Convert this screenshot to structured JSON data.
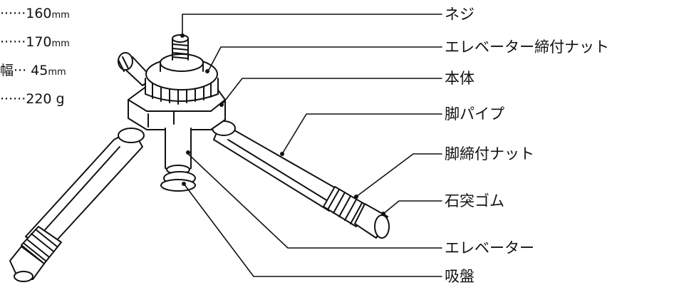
{
  "specs": [
    {
      "value": "······160",
      "unit": "mm"
    },
    {
      "value": "······170",
      "unit": "mm"
    },
    {
      "value": "幅··· 45",
      "unit": "mm"
    },
    {
      "value": "······220 g",
      "unit": ""
    }
  ],
  "callouts": [
    {
      "id": "screw",
      "label": "ネジ"
    },
    {
      "id": "elevator-nut",
      "label": "エレベーター締付ナット"
    },
    {
      "id": "body",
      "label": "本体"
    },
    {
      "id": "leg-pipe",
      "label": "脚パイプ"
    },
    {
      "id": "leg-nut",
      "label": "脚締付ナット"
    },
    {
      "id": "rubber-foot",
      "label": "石突ゴム"
    },
    {
      "id": "elevator",
      "label": "エレベーター"
    },
    {
      "id": "suction-cup",
      "label": "吸盤"
    }
  ]
}
